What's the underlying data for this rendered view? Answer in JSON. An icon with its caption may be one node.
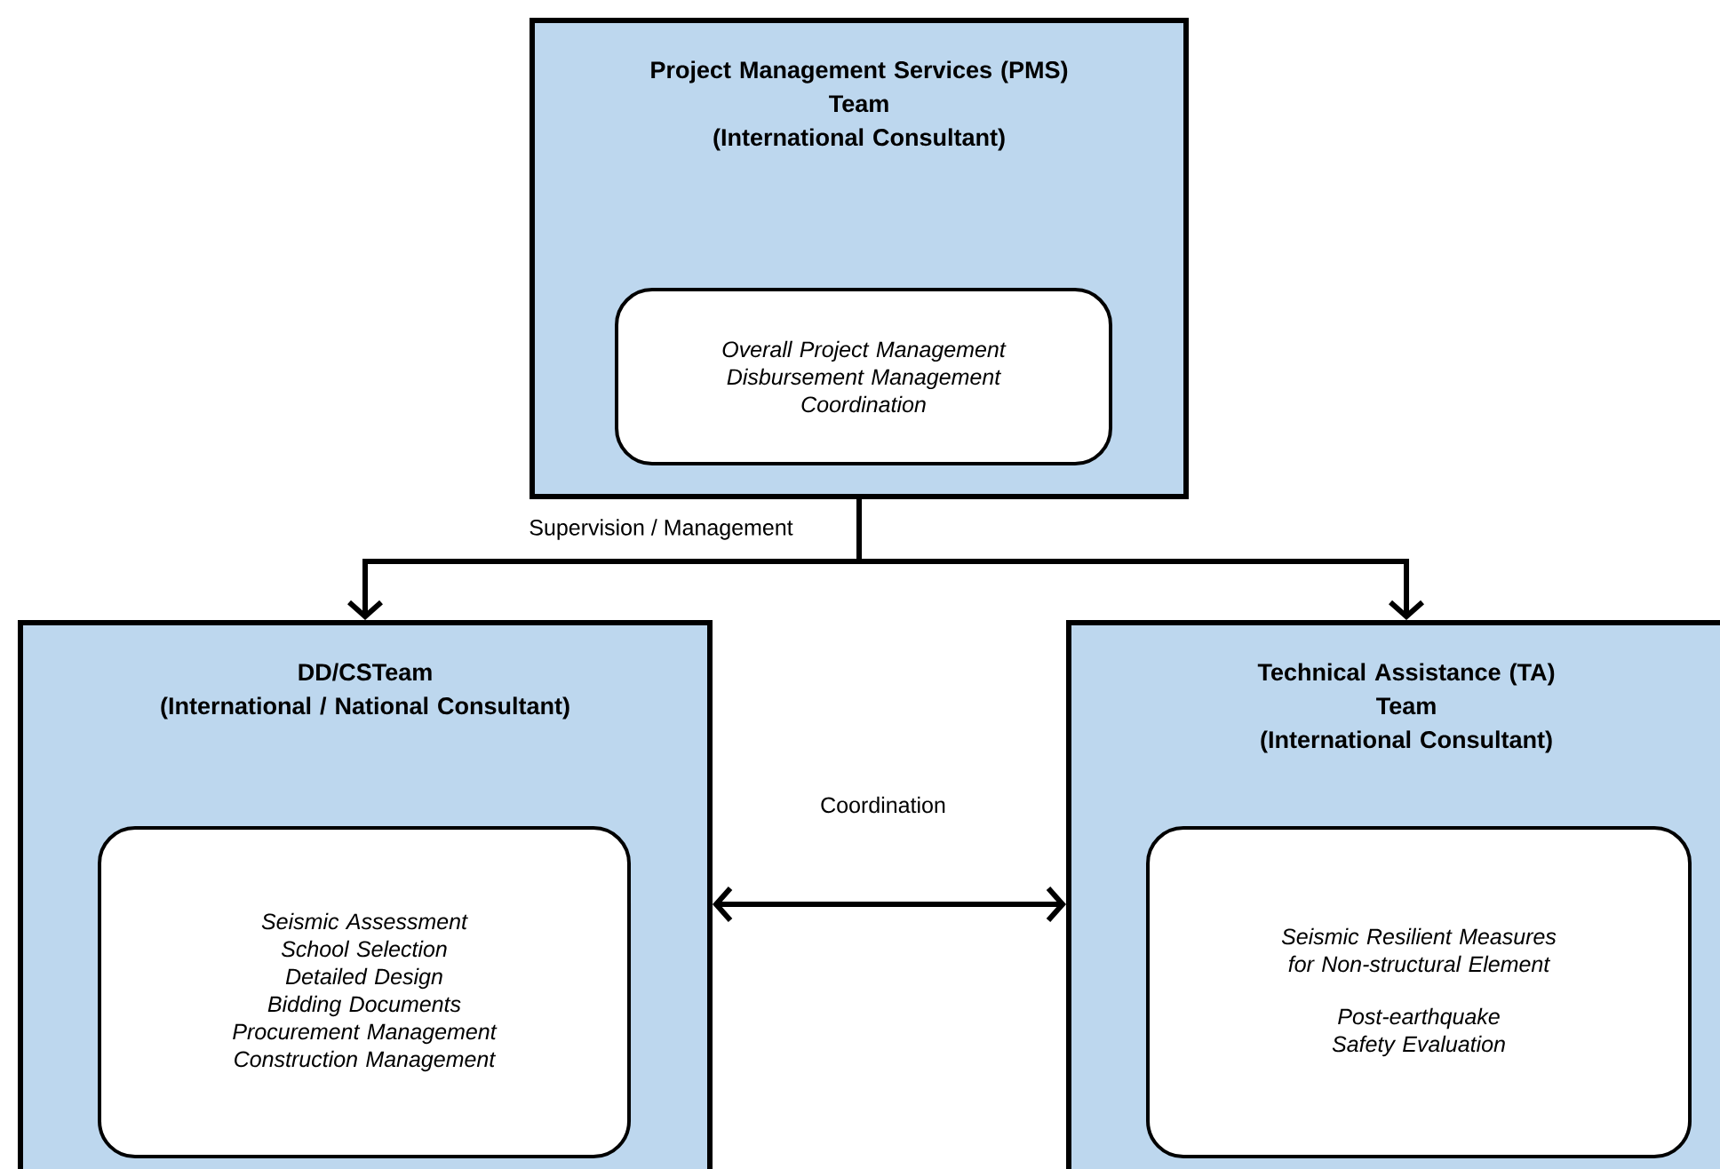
{
  "diagram": {
    "nodes": [
      {
        "text": [
          "Project Management Services (PMS)",
          "Team",
          "(International Consultant)"
        ]
      },
      {
        "text": [
          "Overall Project Management",
          "Disbursement Management",
          "Coordination"
        ],
        "in": 0
      },
      {
        "text": [
          "DD/CSTeam",
          "(International / National Consultant)"
        ]
      },
      {
        "text": [
          "Seismic Assessment",
          "School Selection",
          "Detailed Design",
          "Bidding Documents",
          "Procurement Management",
          "Construction Management"
        ],
        "in": 2
      },
      {
        "text": [
          "Technical Assistance (TA)",
          "Team",
          "(International Consultant)"
        ]
      },
      {
        "text": [
          "Seismic Resilient Measures for Non-structural Element",
          "Post-earthquake Safety Evaluation"
        ],
        "in": 4
      }
    ],
    "edges": [
      {
        "from": 0,
        "to": 2,
        "arrow": "to",
        "label": "Supervision / Management"
      },
      {
        "from": 0,
        "to": 4,
        "arrow": "to"
      },
      {
        "from": 2,
        "to": 4,
        "arrow": "both",
        "label": "Coordination"
      }
    ]
  }
}
